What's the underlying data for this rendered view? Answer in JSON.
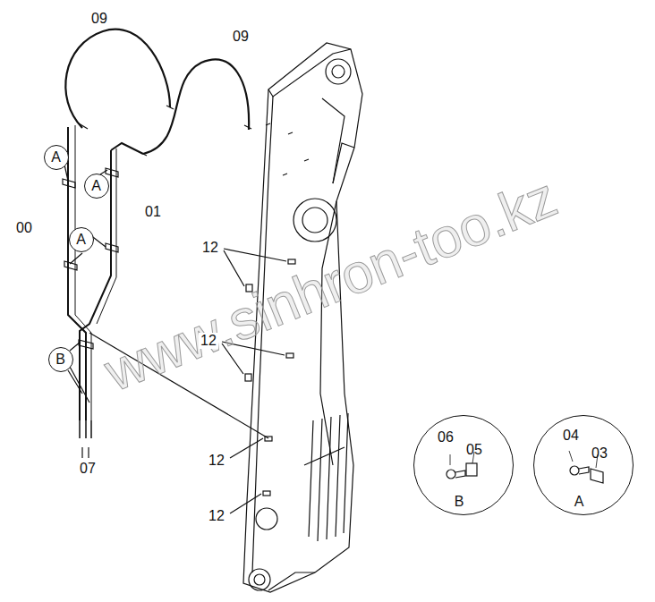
{
  "diagram": {
    "nodes": [
      {
        "text": [
          "A"
        ]
      },
      {
        "text": [
          "A"
        ]
      },
      {
        "text": [
          "A"
        ]
      },
      {
        "text": [
          "B"
        ]
      },
      {
        "text": [
          "06",
          "05",
          "B"
        ]
      },
      {
        "text": [
          "04",
          "03",
          "A"
        ]
      }
    ],
    "labels": [
      "09",
      "09",
      "00",
      "01",
      "12",
      "12",
      "12",
      "12",
      "07",
      "www.sinhron-too.kz"
    ]
  }
}
